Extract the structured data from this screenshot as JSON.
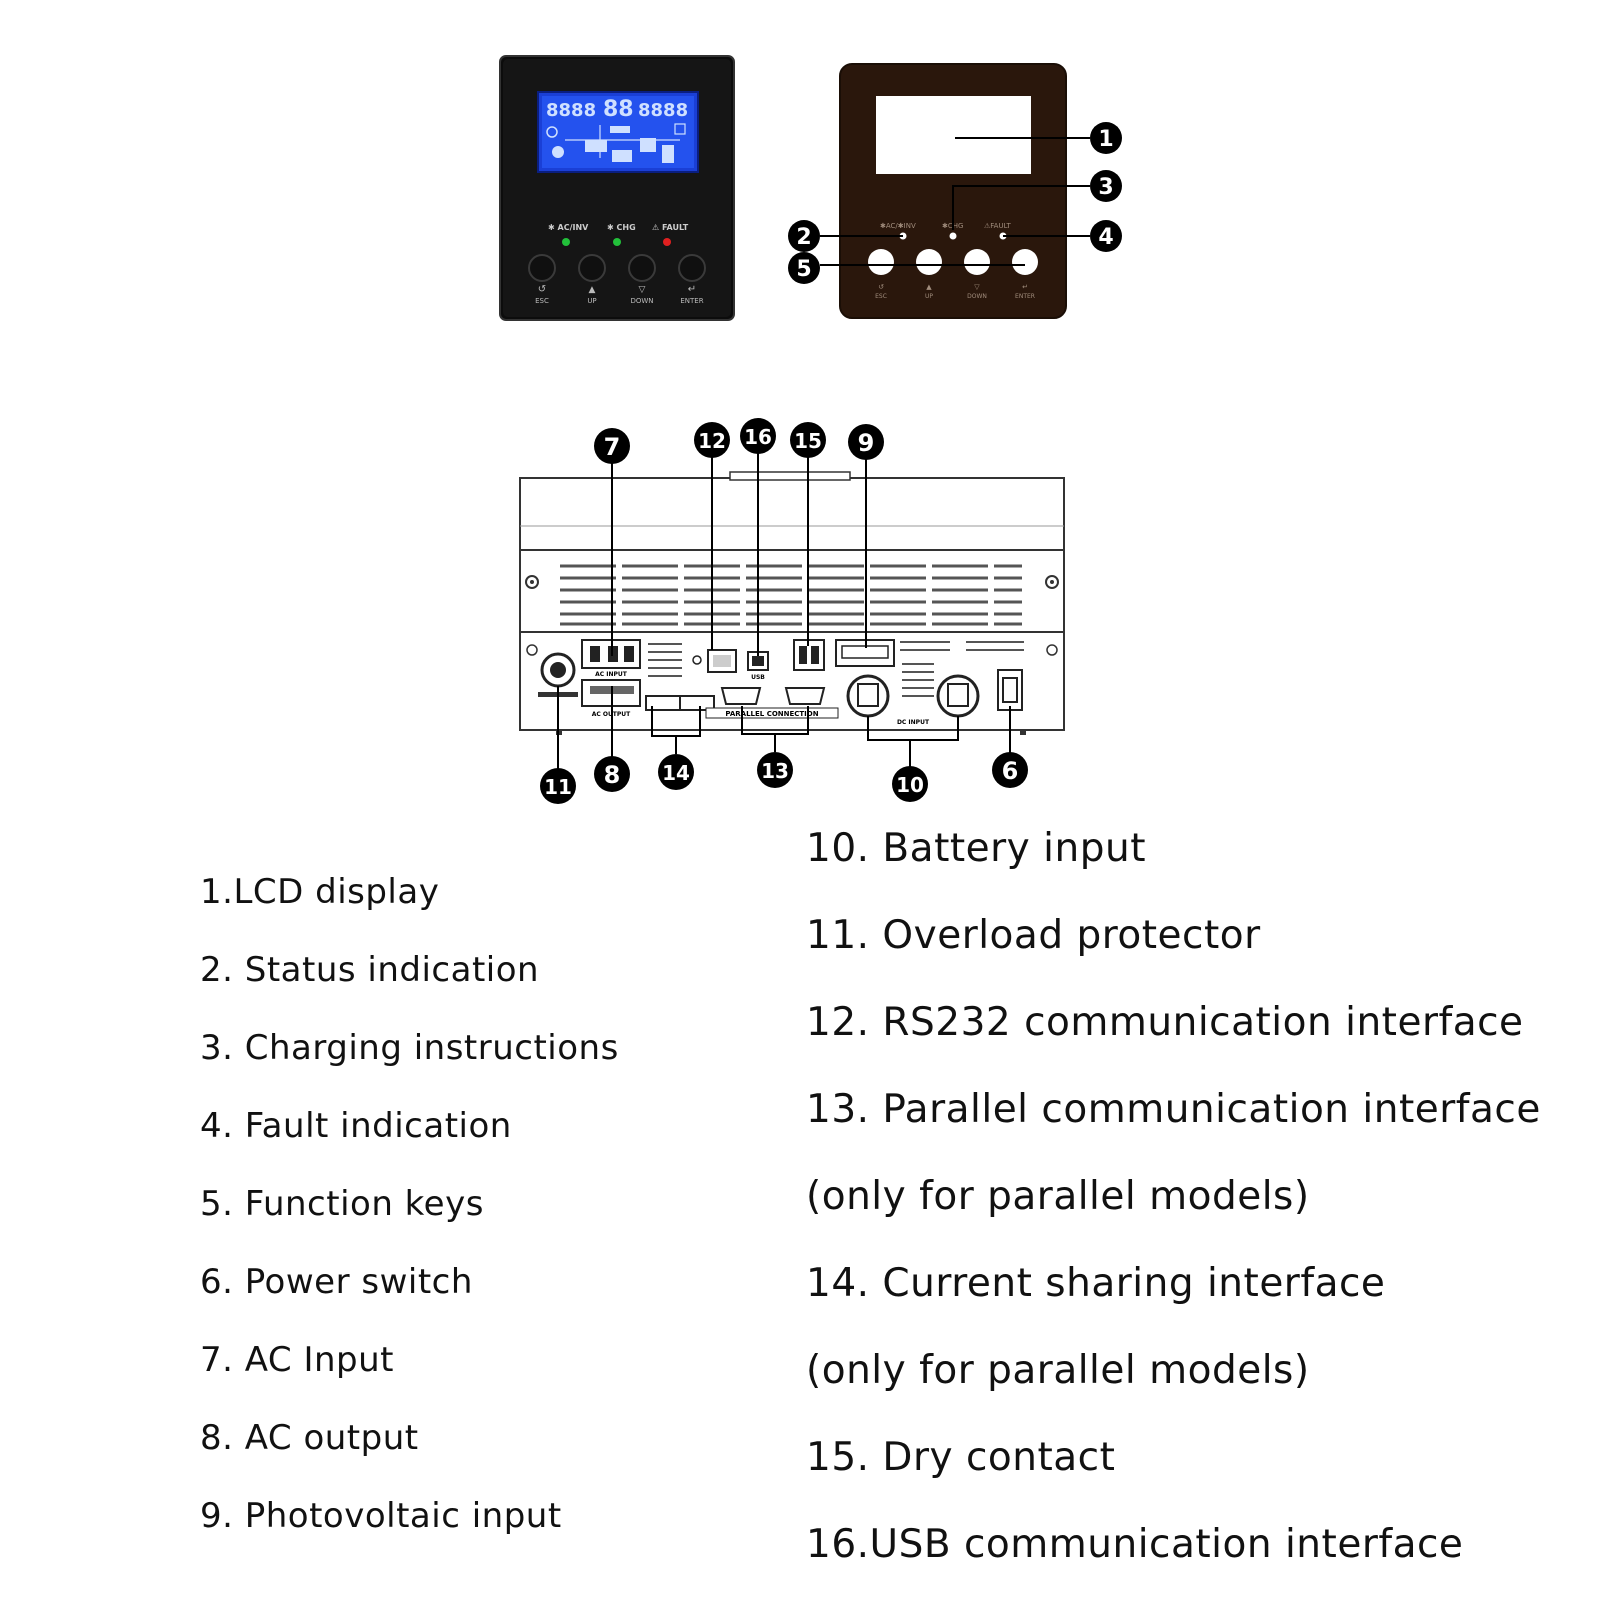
{
  "front_panel": {
    "led_labels": [
      "AC/INV",
      "CHG",
      "FAULT"
    ],
    "key_labels": [
      "ESC",
      "UP",
      "DOWN",
      "ENTER"
    ]
  },
  "rear_panel": {
    "port_labels": [
      "AC INPUT",
      "AC OUTPUT",
      "PARALLEL CONNECTION",
      "DC INPUT",
      "USB"
    ]
  },
  "callout_numbers": [
    "1",
    "2",
    "3",
    "4",
    "5",
    "6",
    "7",
    "8",
    "9",
    "10",
    "11",
    "12",
    "13",
    "14",
    "15",
    "16"
  ],
  "legend": {
    "left": [
      "1.LCD display",
      "2. Status indication",
      "3. Charging instructions",
      "4. Fault indication",
      "5. Function keys",
      "6. Power switch",
      "7. AC Input",
      "8. AC output",
      "9. Photovoltaic input"
    ],
    "right": [
      "10. Battery input",
      "11. Overload protector",
      "12. RS232 communication interface",
      "13. Parallel communication interface",
      "(only for parallel models)",
      "14. Current sharing interface",
      "(only for parallel models)",
      "15. Dry contact",
      "16.USB communication interface"
    ]
  }
}
